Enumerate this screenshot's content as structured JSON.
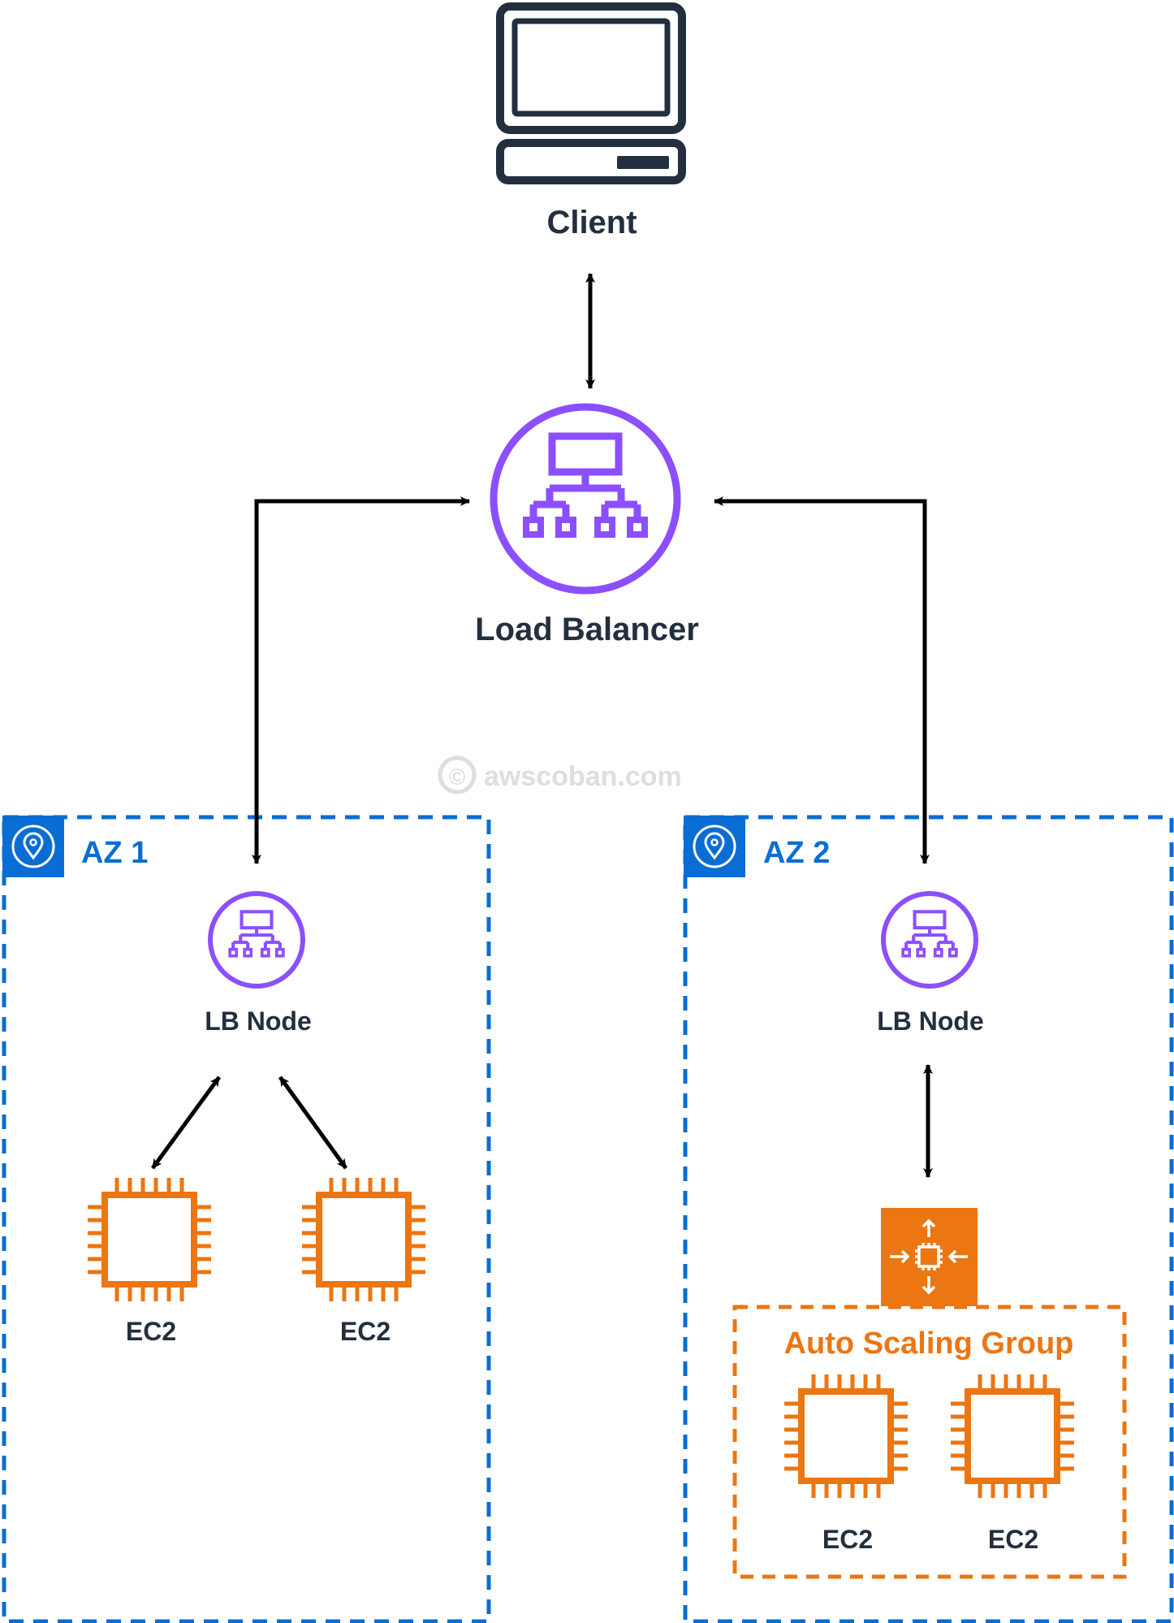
{
  "nodes": {
    "client": {
      "label": "Client",
      "icon": "desktop-computer-icon"
    },
    "load_balancer": {
      "label": "Load Balancer",
      "icon": "load-balancer-icon"
    },
    "lb_node_az1": {
      "label": "LB Node",
      "icon": "load-balancer-icon"
    },
    "lb_node_az2": {
      "label": "LB Node",
      "icon": "load-balancer-icon"
    },
    "ec2": [
      {
        "label": "EC2",
        "icon": "ec2-instance-icon"
      },
      {
        "label": "EC2",
        "icon": "ec2-instance-icon"
      },
      {
        "label": "EC2",
        "icon": "ec2-instance-icon"
      },
      {
        "label": "EC2",
        "icon": "ec2-instance-icon"
      }
    ]
  },
  "zones": {
    "az1": {
      "label": "AZ 1",
      "icon": "location-pin-icon"
    },
    "az2": {
      "label": "AZ 2",
      "icon": "location-pin-icon"
    }
  },
  "auto_scaling_group": {
    "label": "Auto Scaling Group",
    "icon": "auto-scaling-icon"
  },
  "watermark": {
    "symbol": "©",
    "text": "awscoban.com"
  },
  "edges": [
    {
      "from": "client",
      "to": "load_balancer",
      "direction": "bidirectional"
    },
    {
      "from": "load_balancer",
      "to": "lb_node_az1",
      "direction": "bidirectional"
    },
    {
      "from": "load_balancer",
      "to": "lb_node_az2",
      "direction": "bidirectional"
    },
    {
      "from": "lb_node_az1",
      "to": "ec2.0",
      "direction": "bidirectional"
    },
    {
      "from": "lb_node_az1",
      "to": "ec2.1",
      "direction": "bidirectional"
    },
    {
      "from": "lb_node_az2",
      "to": "auto_scaling_group",
      "direction": "bidirectional"
    }
  ],
  "colors": {
    "az_border": "#0a6dd3",
    "az_badge": "#0a6dd3",
    "lb_purple": "#8c4fff",
    "ec2_orange": "#eb7612",
    "asg_orange": "#eb7612",
    "text_dark": "#232f3e",
    "arrow": "#000000"
  }
}
